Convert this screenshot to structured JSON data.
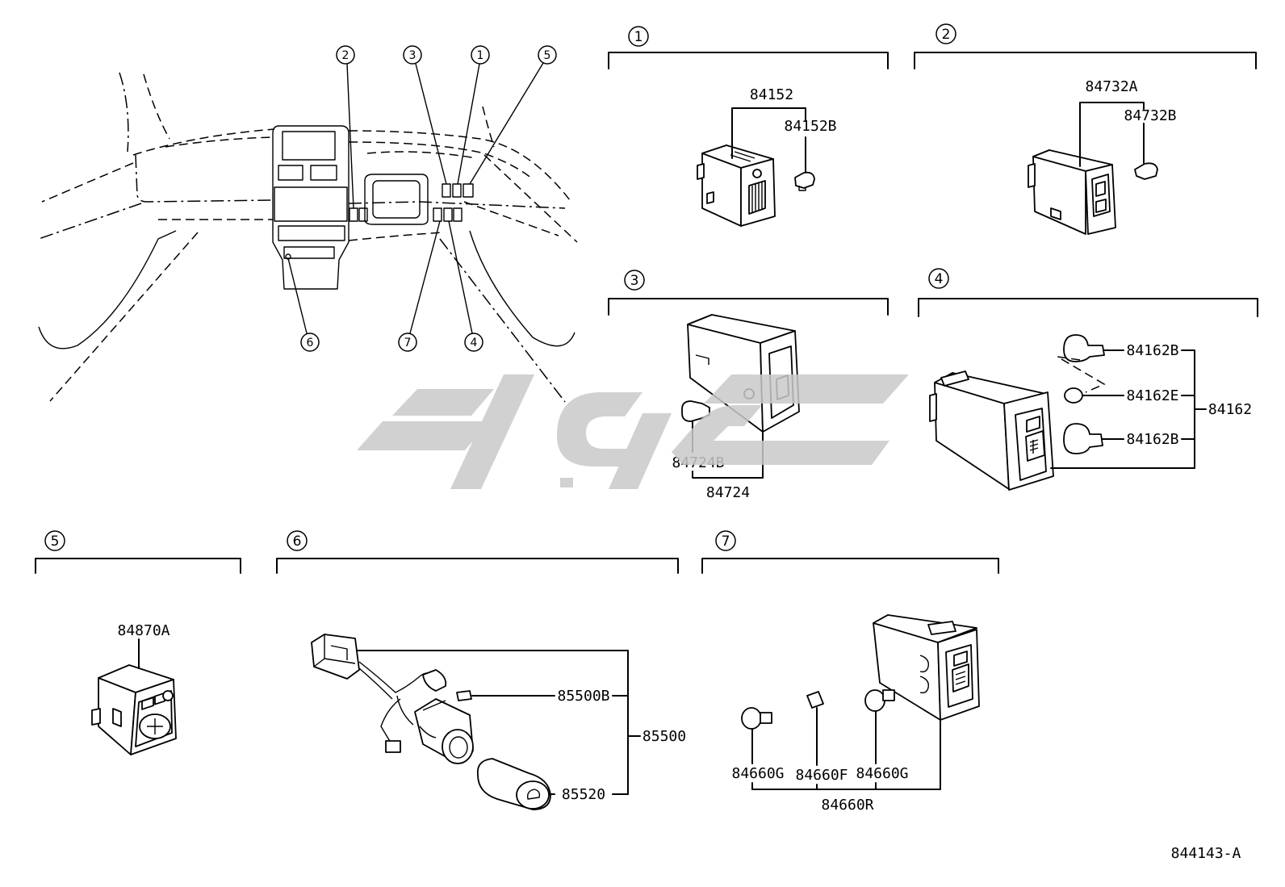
{
  "colors": {
    "line": "#000000",
    "background": "#ffffff",
    "watermark": "#c9c9c9"
  },
  "dashboard": {
    "callouts": [
      "2",
      "3",
      "1",
      "5",
      "6",
      "7",
      "4"
    ]
  },
  "sections": [
    "1",
    "2",
    "3",
    "4",
    "5",
    "6",
    "7"
  ],
  "parts": {
    "s1": {
      "assembly": "84152",
      "screw": "84152B"
    },
    "s2": {
      "assembly": "84732A",
      "screw": "84732B"
    },
    "s3": {
      "bulb": "84724B",
      "assembly": "84724"
    },
    "s4": {
      "bulb_top": "84162B",
      "bulb_mid": "84162E",
      "bulb_bottom": "84162B",
      "assembly": "84162"
    },
    "s5": {
      "assembly": "84870A"
    },
    "s6": {
      "bulb": "85500B",
      "assembly": "85500",
      "lighter": "85520"
    },
    "s7": {
      "left": "84660G",
      "mid": "84660F",
      "right": "84660G",
      "assembly": "84660R"
    }
  },
  "drawing_number": "844143-A"
}
